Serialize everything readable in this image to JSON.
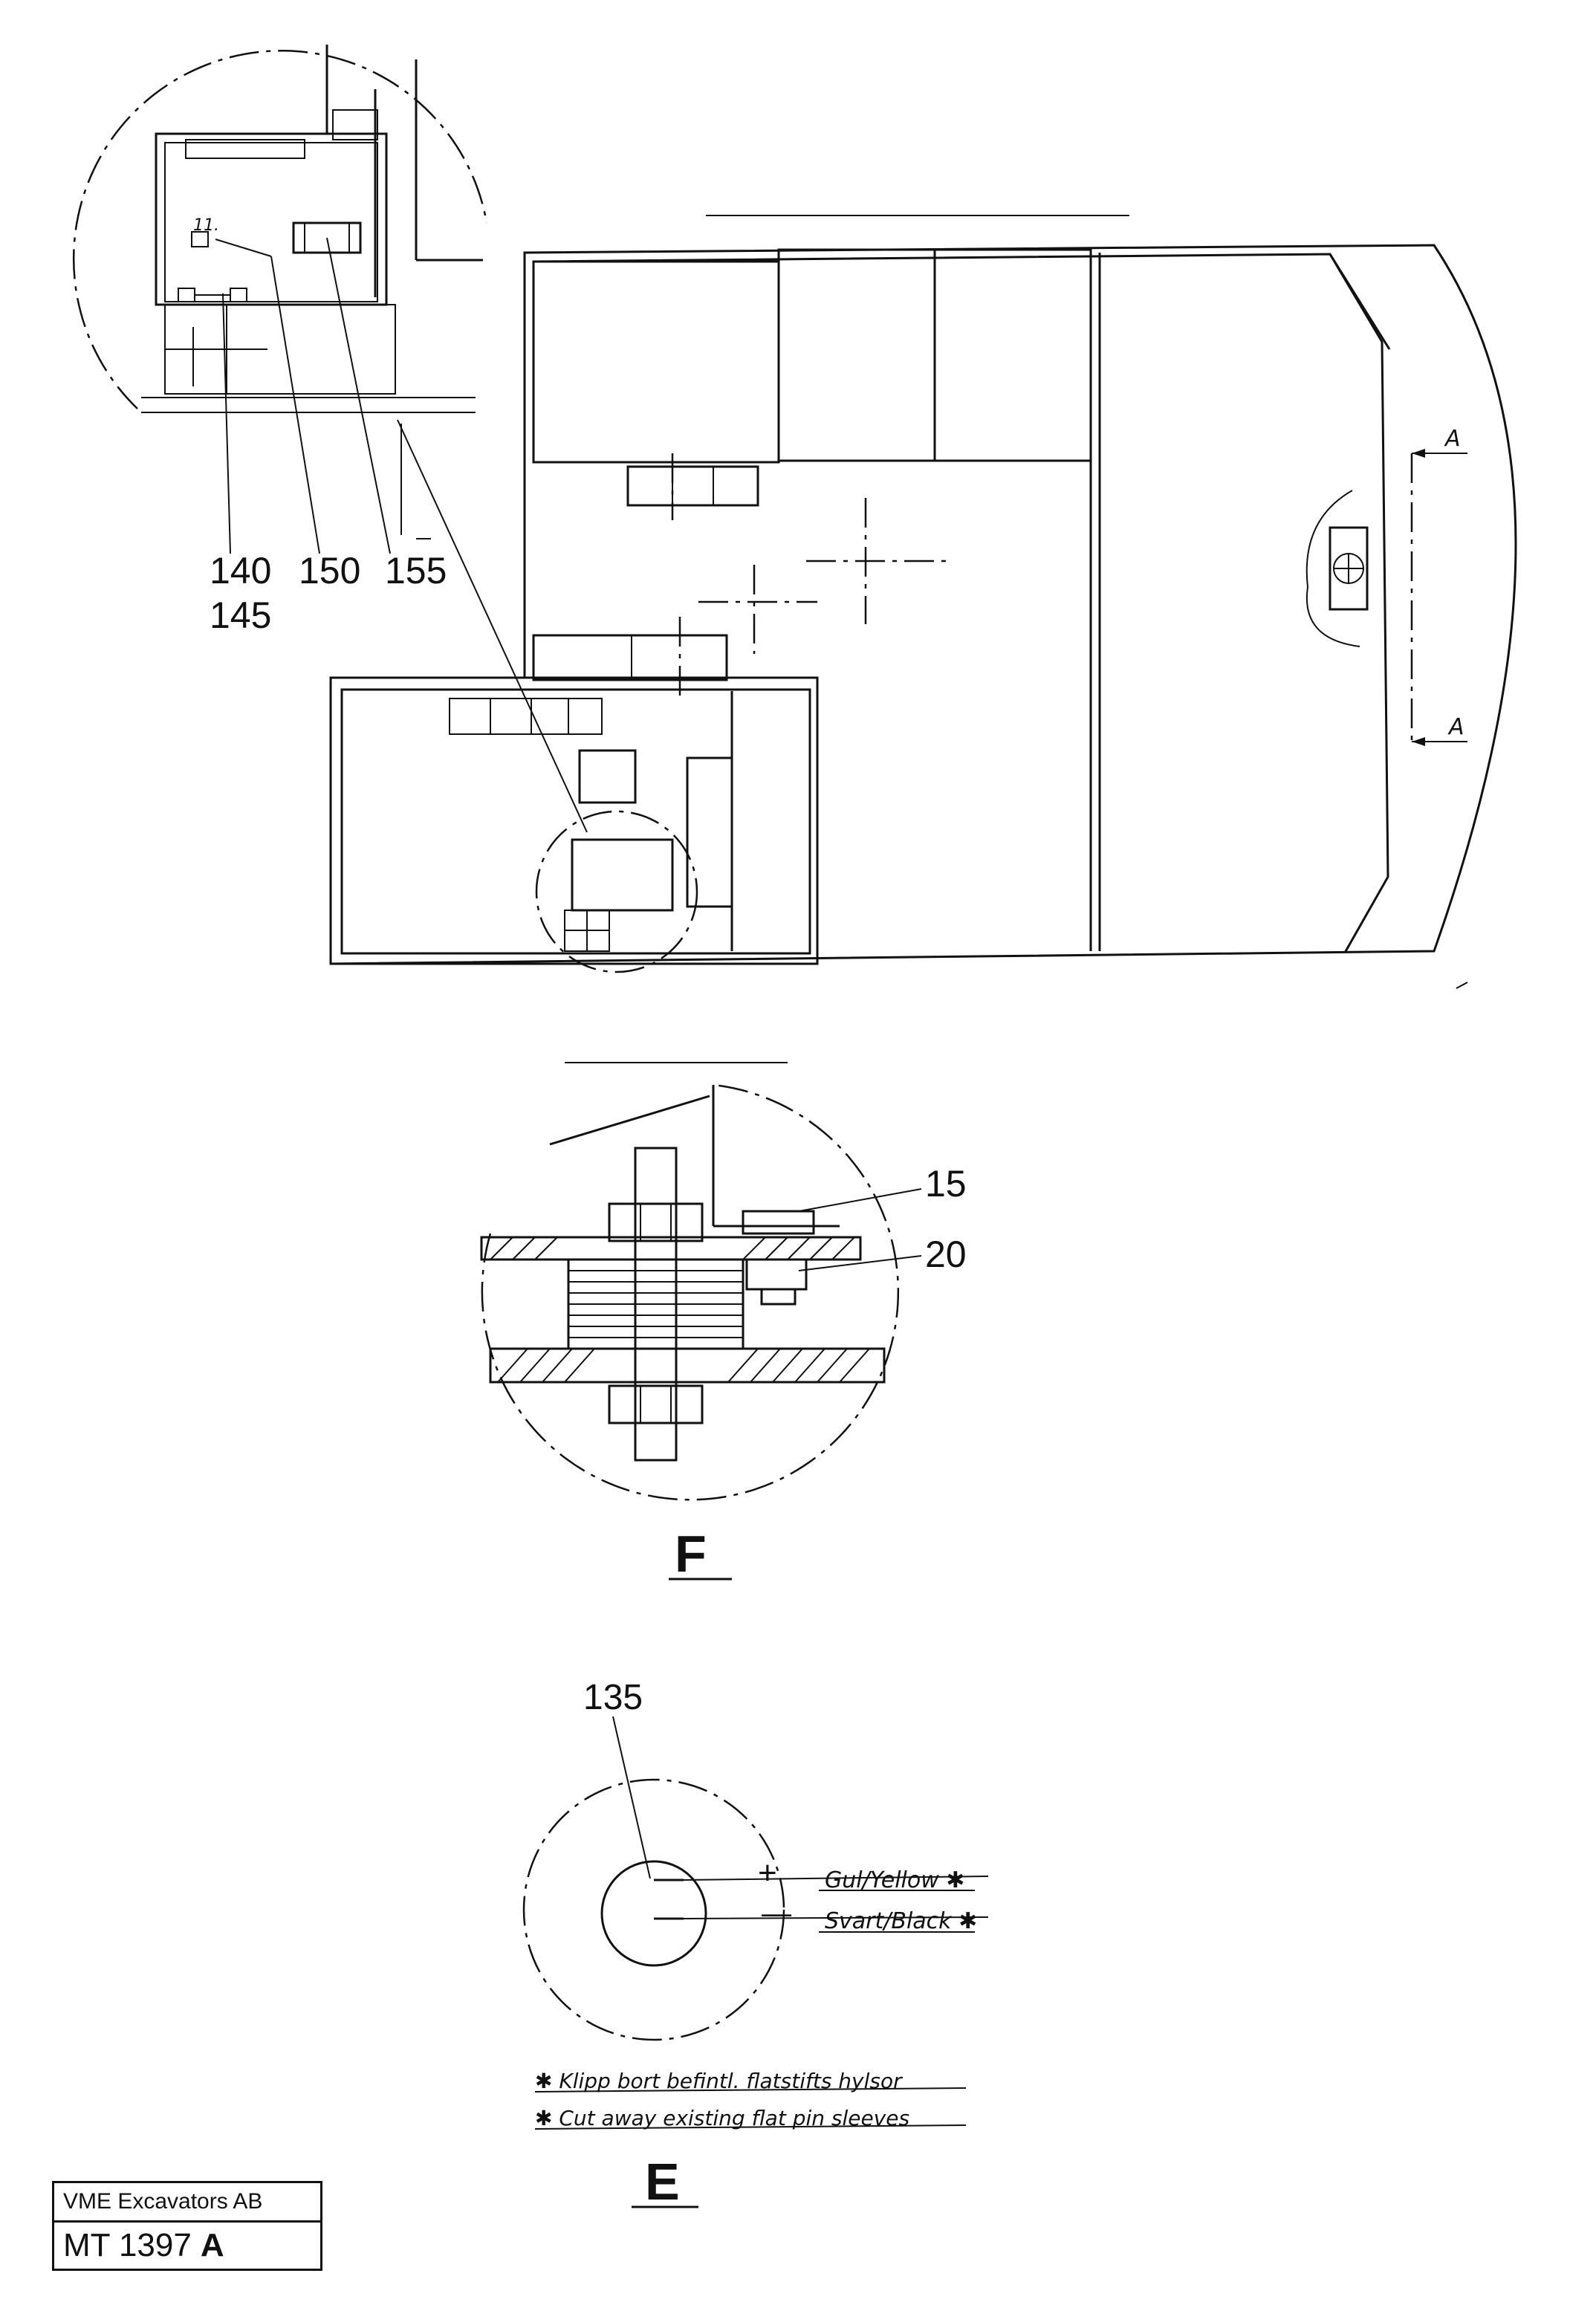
{
  "callouts": {
    "p140": "140",
    "p145": "145",
    "p150": "150",
    "p155": "155",
    "p11": "11.",
    "p15": "15",
    "p20": "20",
    "p135": "135",
    "sectionA": "A"
  },
  "views": {
    "f": "F",
    "e": "E"
  },
  "wiring": {
    "plus": "+",
    "minus": "—",
    "yellow": "Gul/Yellow ✱",
    "black": "Svart/Black ✱"
  },
  "notes": {
    "swedish": "✱ Klipp bort befintl. flatstifts hylsor",
    "english": "✱ Cut away existing flat pin sleeves"
  },
  "title_block": {
    "company": "VME Excavators AB",
    "drawing_no": "MT 1397",
    "revision": "A"
  }
}
